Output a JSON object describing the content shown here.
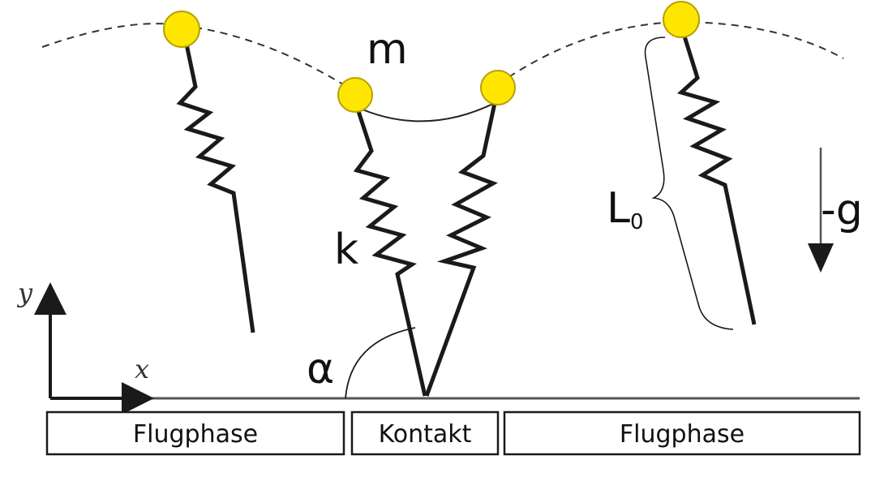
{
  "labels": {
    "mass": "m",
    "spring": "k",
    "angle": "α",
    "gravity": "-g",
    "rest_length": "L",
    "rest_length_subscript": "0",
    "axis_x": "x",
    "axis_y": "y"
  },
  "phases": [
    {
      "label": "Flugphase"
    },
    {
      "label": "Kontakt"
    },
    {
      "label": "Flugphase"
    }
  ],
  "colors": {
    "mass_fill": "#ffe600",
    "mass_stroke": "#b8a000",
    "line": "#1a1a1a"
  }
}
